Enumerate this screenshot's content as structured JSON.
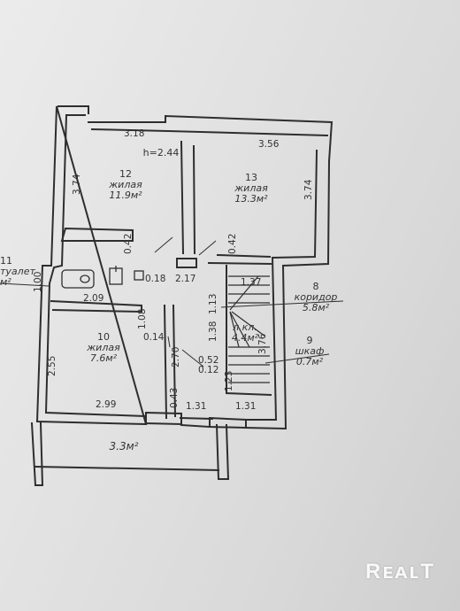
{
  "plan": {
    "ceiling_height": "h=2.44",
    "rooms": [
      {
        "number": "12",
        "name": "жилая",
        "area": "11.9м²"
      },
      {
        "number": "13",
        "name": "жилая",
        "area": "13.3м²"
      },
      {
        "number": "11",
        "name": "туалет",
        "area": "м²"
      },
      {
        "number": "10",
        "name": "жилая",
        "area": "7.6м²"
      },
      {
        "number": "8",
        "name": "коридор",
        "area": "5.8м²"
      },
      {
        "number": "9",
        "name": "шкаф",
        "area": "0.7м²"
      },
      {
        "number": "",
        "name": "л.кл.",
        "area": "4.4м²"
      }
    ],
    "terrace_area": "3.3м²",
    "dimensions": [
      "3.18",
      "3.56",
      "3.74",
      "3.74",
      "0.42",
      "0.42",
      "1.00",
      "0.18",
      "2.17",
      "1.13",
      "1.37",
      "2.09",
      "1.08",
      "1.38",
      "0.14",
      "3.76",
      "2.55",
      "2.70",
      "0.52",
      "0.12",
      "1.23",
      "0.43",
      "1.31",
      "1.31",
      "2.99"
    ]
  },
  "watermark": "RᴇᴀʟT",
  "colors": {
    "ink": "#2e2e2e",
    "paper": "#e4e4e4",
    "watermark": "#ffffff"
  }
}
